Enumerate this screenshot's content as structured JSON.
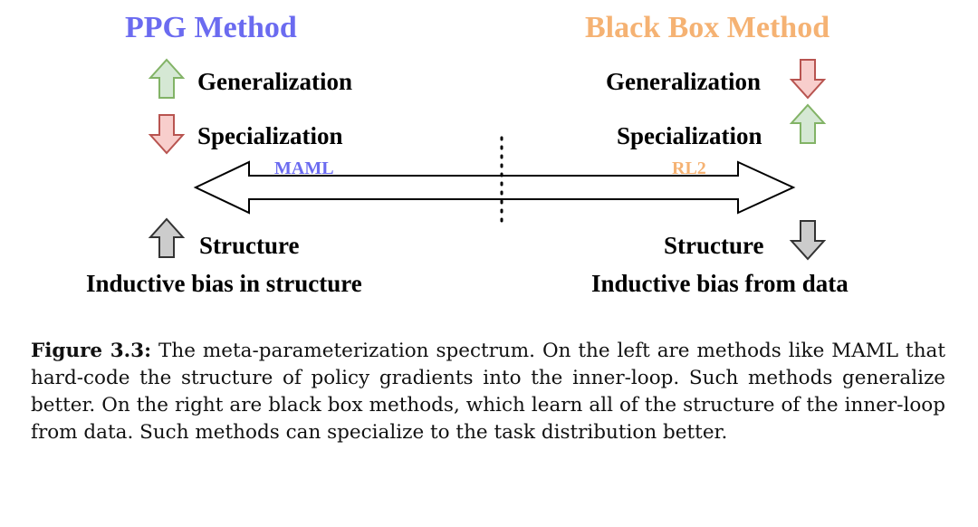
{
  "left": {
    "title": "PPG Method",
    "title_color": "#6b6bf0",
    "row1_label": "Generalization",
    "row2_label": "Specialization",
    "row3_label": "Structure",
    "bias_label": "Inductive bias in structure"
  },
  "right": {
    "title": "Black Box Method",
    "title_color": "#f5b273",
    "row1_label": "Generalization",
    "row2_label": "Specialization",
    "row3_label": "Structure",
    "bias_label": "Inductive bias from data"
  },
  "spectrum": {
    "left_example": "MAML",
    "left_example_color": "#6b6bf0",
    "right_example": "RL2",
    "right_example_color": "#f5b273"
  },
  "colors": {
    "up_arrow_fill": "#d5e8d4",
    "up_arrow_stroke": "#82b366",
    "down_arrow_fill": "#f8cecc",
    "down_arrow_stroke": "#b85450",
    "structure_arrow_fill": "#cccccc",
    "structure_arrow_stroke": "#333333"
  },
  "icons": {
    "left_generalization": "arrow-up-icon",
    "left_specialization": "arrow-down-icon",
    "left_structure": "arrow-up-icon",
    "right_generalization": "arrow-down-icon",
    "right_specialization": "arrow-up-icon",
    "right_structure": "arrow-down-icon"
  },
  "caption": {
    "label": "Figure 3.3:",
    "text": "The meta-parameterization spectrum. On the left are methods like MAML that hard-code the structure of policy gradients into the inner-loop. Such methods generalize better. On the right are black box methods, which learn all of the structure of the inner-loop from data. Such methods can specialize to the task distribution better."
  }
}
